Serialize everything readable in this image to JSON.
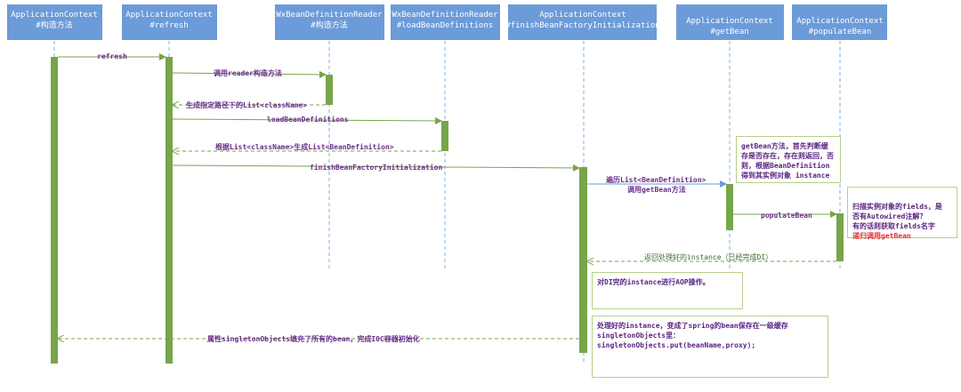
{
  "participants": [
    {
      "id": "ctor",
      "line1": "ApplicationContext",
      "line2": "#构造方法"
    },
    {
      "id": "refresh",
      "line1": "ApplicationContext",
      "line2": "#refresh"
    },
    {
      "id": "reader",
      "line1": "WxBeanDefinitionReader",
      "line2": "#构造方法"
    },
    {
      "id": "load",
      "line1": "WxBeanDefinitionReader",
      "line2": "#loadBeanDefinitions"
    },
    {
      "id": "finish",
      "line1": "ApplicationContext",
      "line2": "#finishBeanFactoryInitialization"
    },
    {
      "id": "getbean",
      "line1": "ApplicationContext",
      "line2": "#getBean"
    },
    {
      "id": "populate",
      "line1": "ApplicationContext",
      "line2": "#populateBean"
    }
  ],
  "messages": [
    {
      "id": "m1",
      "text": "refresh"
    },
    {
      "id": "m2",
      "text": "调用reader构造方法"
    },
    {
      "id": "m3",
      "text": "生成指定路径下的List<className>"
    },
    {
      "id": "m4",
      "text": "loadBeanDefinitions"
    },
    {
      "id": "m5",
      "text": "根据List<className>生成List<BeanDefinition>"
    },
    {
      "id": "m6",
      "text": "finishBeanFactoryInitialization"
    },
    {
      "id": "m7a",
      "text": "遍历List<BeanDefinition>"
    },
    {
      "id": "m7b",
      "text": "调用getBean方法"
    },
    {
      "id": "m8",
      "text": "populateBean"
    },
    {
      "id": "m9",
      "text": "返回处理好的instance（已经完成DI）"
    },
    {
      "id": "m10",
      "text": "属性singletonObjects填充了所有的bean，完成IOC容器初始化"
    }
  ],
  "notes": {
    "getbean": "getBean方法，首先判断缓\n存是否存在，存在则返回，否\n则，根据BeanDefinition\n得到其实例对象 instance",
    "populate_line1": "扫描实例对象的fields，是\n否有Autowired注解？\n有的话则获取fields名字",
    "populate_line2": "递归调用getBean",
    "aop": "对DI完的instance进行AOP操作。",
    "cache": "处理好的instance，变成了spring的bean保存在一级缓存\nsingletonObjects里：\nsingletonObjects.put(beanName,proxy);"
  },
  "colors": {
    "header": "#6b9bd8",
    "activation": "#77a54a",
    "arrow": "#77a54a",
    "lifeline": "#7eb3e6",
    "note_border": "#b7d08b"
  }
}
